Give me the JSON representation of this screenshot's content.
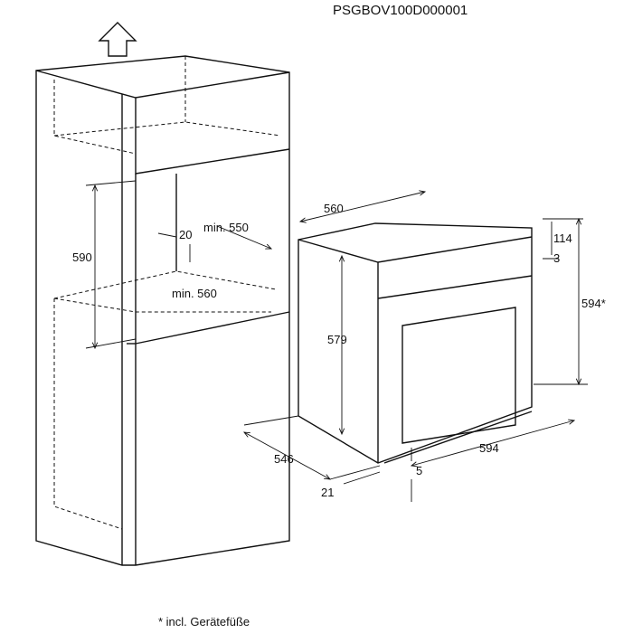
{
  "code": "PSGBOV100D000001",
  "footnote": "* incl. Gerätefüße",
  "cabinet": {
    "dim_height": "590",
    "dim_gap": "20",
    "dim_depth": "min. 550",
    "dim_width": "min. 560"
  },
  "oven": {
    "dim_width_top": "560",
    "dim_panel": "114",
    "dim_gap_top": "3",
    "dim_total_height": "594*",
    "dim_body_height": "579",
    "dim_depth": "546",
    "dim_front_width": "594",
    "dim_bottom": "5",
    "dim_front_depth": "21"
  }
}
